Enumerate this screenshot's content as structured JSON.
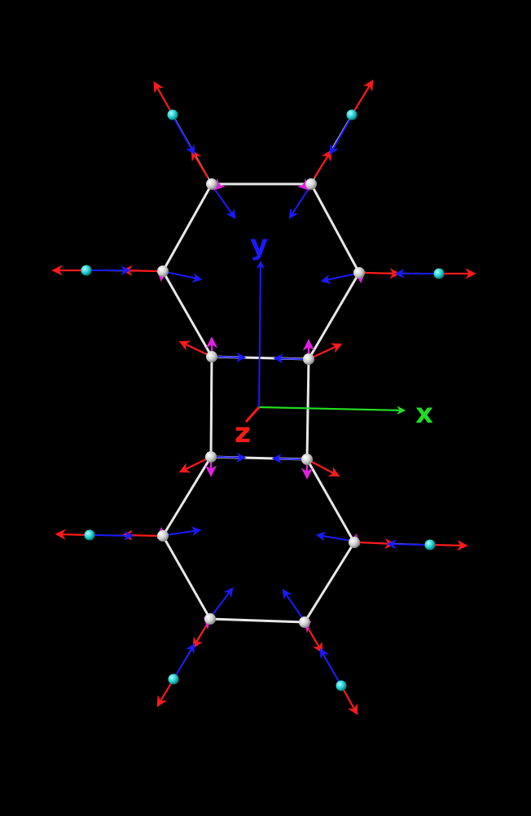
{
  "axes": {
    "x": {
      "label": "x",
      "color": "#22dd22"
    },
    "y": {
      "label": "y",
      "color": "#1a1aff"
    },
    "z": {
      "label": "z",
      "color": "#ff1a1a"
    }
  },
  "colors": {
    "bond": "#e8e8e8",
    "carbon_atom": "#dcdcdc",
    "hydrogen_atom": "#22e0e0",
    "vector_red": "#ff1a1a",
    "vector_blue": "#1a1aff",
    "vector_magenta": "#e020e0",
    "vector_cyan": "#22ccee"
  }
}
